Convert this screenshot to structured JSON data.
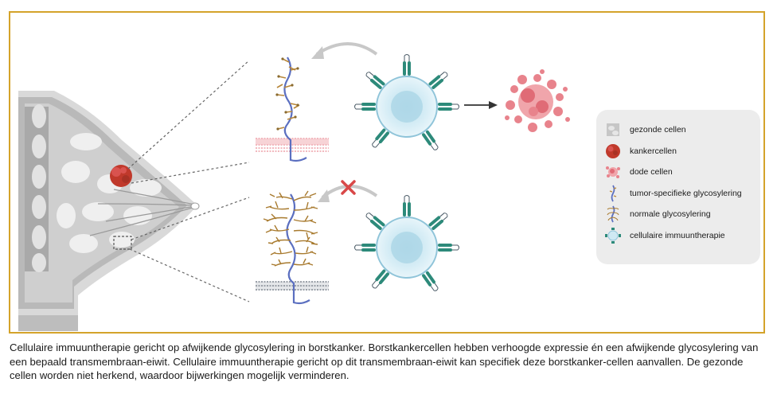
{
  "legend": {
    "items": [
      {
        "label": "gezonde cellen",
        "icon": "healthy-cells-icon"
      },
      {
        "label": "kankercellen",
        "icon": "cancer-cell-icon"
      },
      {
        "label": "dode cellen",
        "icon": "dead-cells-icon"
      },
      {
        "label": "tumor-specifieke glycosylering",
        "icon": "tumor-glycosylation-icon"
      },
      {
        "label": "normale glycosylering",
        "icon": "normal-glycosylation-icon"
      },
      {
        "label": "cellulaire immuuntherapie",
        "icon": "immunotherapy-cell-icon"
      }
    ]
  },
  "caption": {
    "text": "Cellulaire immuuntherapie gericht op afwijkende glycosylering in borstkanker. Borstkankercellen hebben verhoogde expressie én een afwijkende glycosylering van een bepaald transmembraan-eiwit. Cellulaire immuuntherapie gericht op dit transmembraan-eiwit kan specifiek deze borstkanker-cellen aanvallen. De gezonde cellen worden niet herkend, waardoor bijwerkingen mogelijk verminderen."
  },
  "colors": {
    "frame": "#d4a32a",
    "protein": "#5b6fc0",
    "tumor_glycan": "#b8873a",
    "normal_glycan": "#a87a2e",
    "cancer_cell": "#c0392b",
    "dead_cell": "#e8838c",
    "immune_cell": "#cfe9f3",
    "receptor": "#2d8a7a",
    "cross": "#d94848",
    "membrane_pink": "#f2b8be",
    "membrane_gray": "#9aa0a8"
  }
}
